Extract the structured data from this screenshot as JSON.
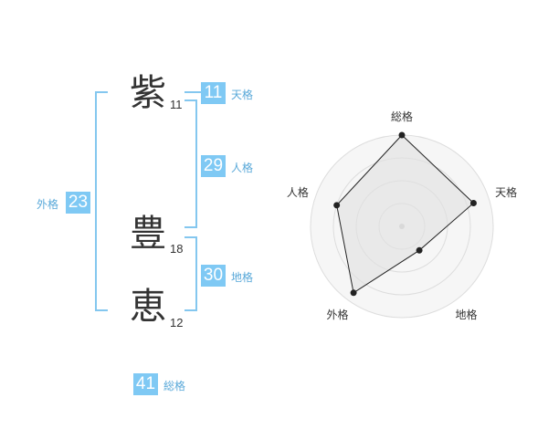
{
  "name": {
    "chars": [
      {
        "char": "紫",
        "strokes": "11"
      },
      {
        "char": "豊",
        "strokes": "18"
      },
      {
        "char": "恵",
        "strokes": "12"
      }
    ]
  },
  "kakusu": {
    "tenkaku": {
      "value": "11",
      "label": "天格"
    },
    "jinkaku": {
      "value": "29",
      "label": "人格"
    },
    "chikaku": {
      "value": "30",
      "label": "地格"
    },
    "gaikaku": {
      "value": "23",
      "label": "外格"
    },
    "soukaku": {
      "value": "41",
      "label": "総格"
    }
  },
  "colors": {
    "badge": "#7fc9f4",
    "bracket": "#84c7ef",
    "label": "#5aa9d9",
    "radar_fill": "#eeeeee",
    "radar_line": "#222222"
  },
  "chart_data": {
    "type": "radar",
    "axes": [
      "総格",
      "天格",
      "地格",
      "外格",
      "人格"
    ],
    "rings": 4,
    "max": 4,
    "values": [
      4,
      3.3,
      1.3,
      3.6,
      3
    ]
  }
}
